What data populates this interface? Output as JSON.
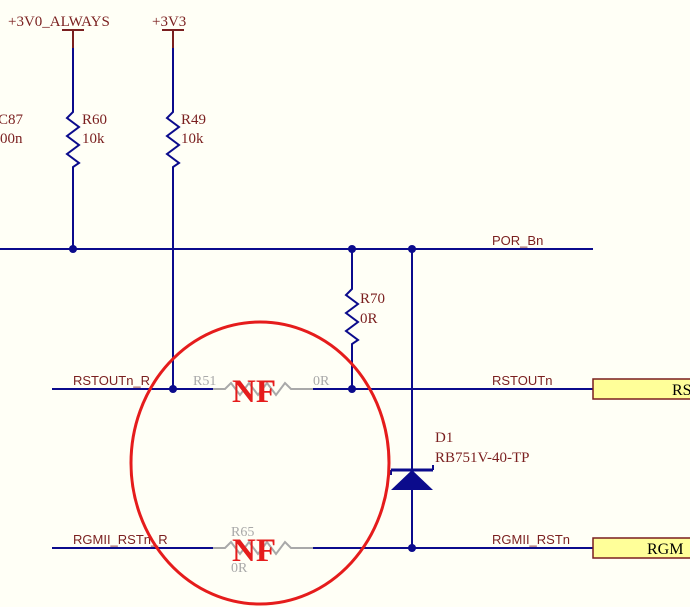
{
  "power": {
    "v3v0_always": "+3V0_ALWAYS",
    "v3v3": "+3V3"
  },
  "components": {
    "c87_ref": "C87",
    "c87_val": "00n",
    "r60_ref": "R60",
    "r60_val": "10k",
    "r49_ref": "R49",
    "r49_val": "10k",
    "r70_ref": "R70",
    "r70_val": "0R",
    "r51_ref": "R51",
    "r51_val": "0R",
    "r51_status": "NF",
    "r65_ref": "R65",
    "r65_val": "0R",
    "r65_status": "NF",
    "d1_ref": "D1",
    "d1_val": "RB751V-40-TP"
  },
  "nets": {
    "por_bn": "POR_Bn",
    "rstoutn_r": "RSTOUTn_R",
    "rstoutn": "RSTOUTn",
    "rgmii_rstn_r": "RGMII_RSTn_R",
    "rgmii_rstn": "RGMII_RSTn"
  },
  "ports": {
    "rstoutn": "RS",
    "rgmii_rstn": "RGM"
  },
  "colors": {
    "wire": "#0b0b8c",
    "text": "#7a1f1f",
    "dnp": "#a9a9a9",
    "highlight": "#e51c1c",
    "port_fill": "#ffff99"
  }
}
